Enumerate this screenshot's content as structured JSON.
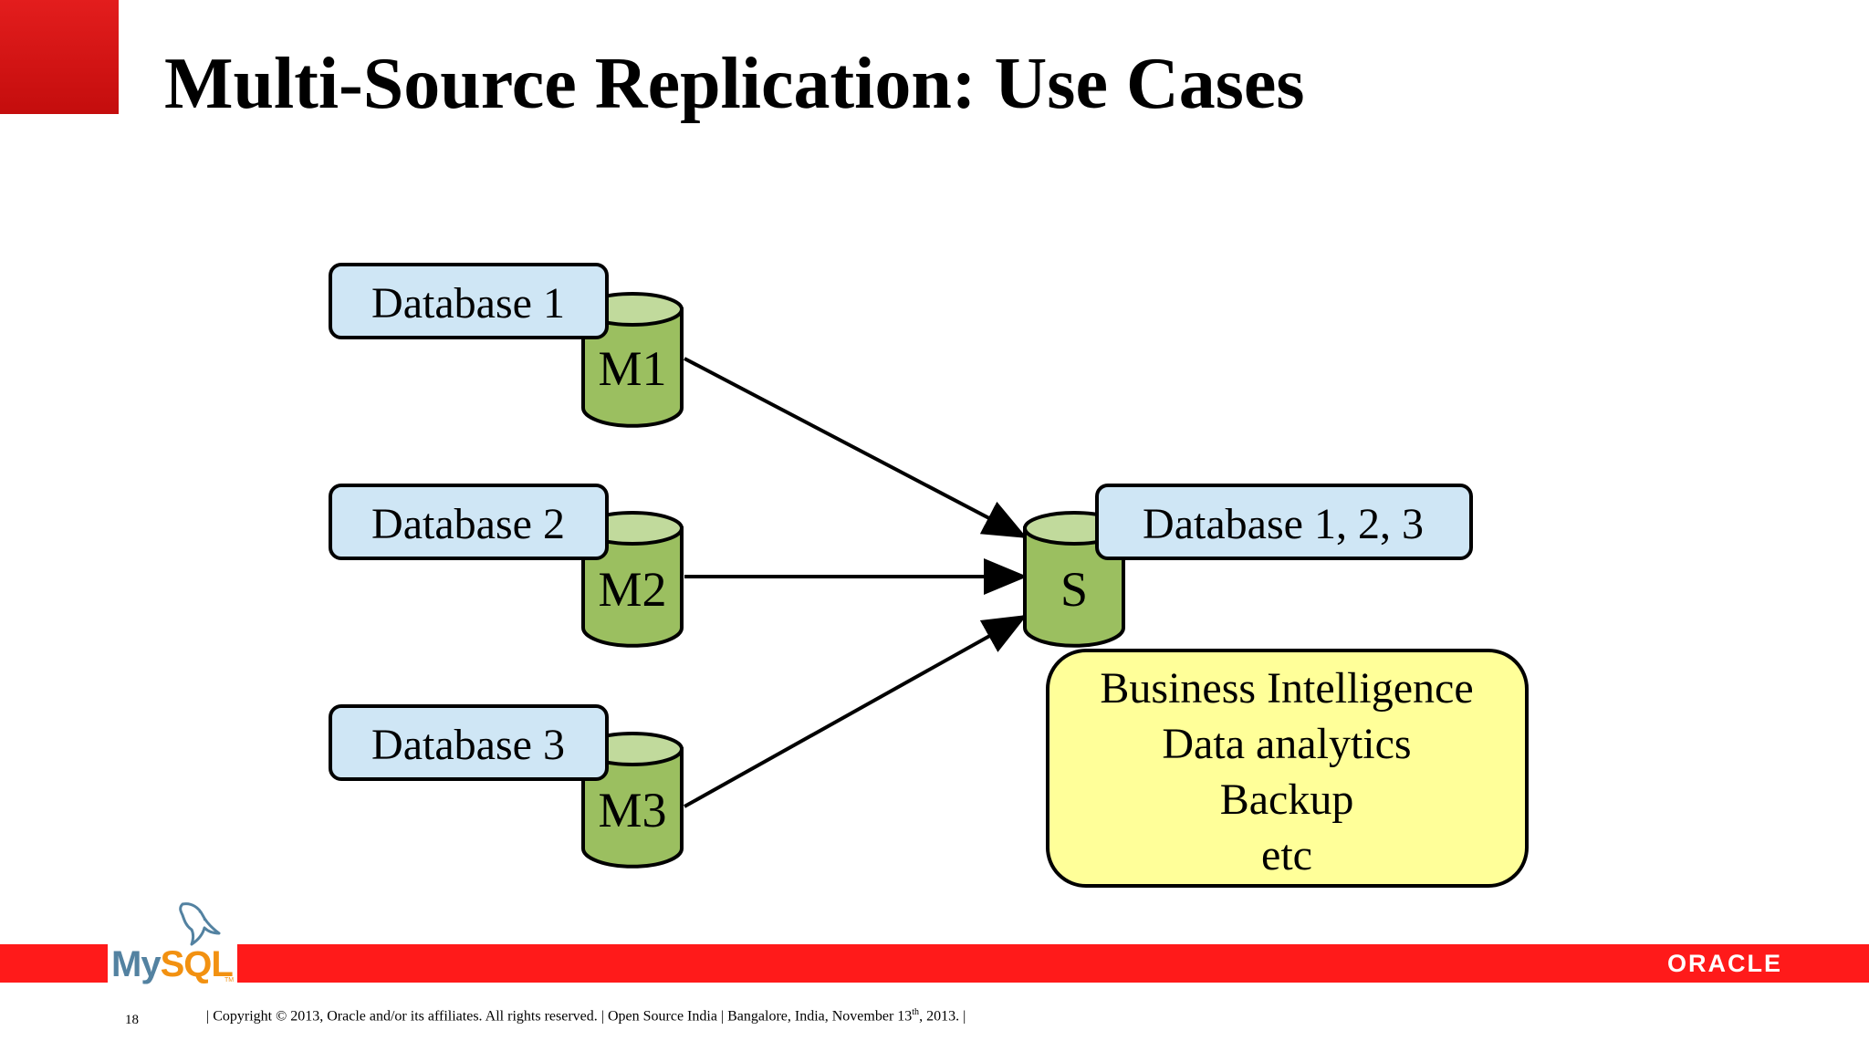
{
  "slide": {
    "title": "Multi-Source Replication: Use Cases",
    "page_number": "18",
    "copyright": {
      "before_sup": "| Copyright © 2013, Oracle and/or its affiliates. All rights reserved. | Open Source India | Bangalore, India, November 13",
      "sup": "th",
      "after_sup": ", 2013. |"
    }
  },
  "diagram": {
    "sources": [
      {
        "db_label": "Database 1",
        "cylinder_label": "M1"
      },
      {
        "db_label": "Database 2",
        "cylinder_label": "M2"
      },
      {
        "db_label": "Database 3",
        "cylinder_label": "M3"
      }
    ],
    "target": {
      "db_label": "Database 1, 2, 3",
      "cylinder_label": "S"
    },
    "use_cases": [
      "Business Intelligence",
      "Data analytics",
      "Backup",
      "etc"
    ],
    "colors": {
      "db_box_fill": "#cfe6f5",
      "cylinder_body": "#9bbf60",
      "cylinder_top": "#c1da9c",
      "use_case_fill": "#ffff99",
      "stroke": "#000000"
    }
  },
  "branding": {
    "mysql_logo_text_my": "My",
    "mysql_logo_text_sql": "SQL",
    "mysql_logo_tm": "TM",
    "oracle_logo": "ORACLE",
    "icons": [
      "mysql-dolphin-icon"
    ],
    "accent_color": "#ff1a1a"
  }
}
